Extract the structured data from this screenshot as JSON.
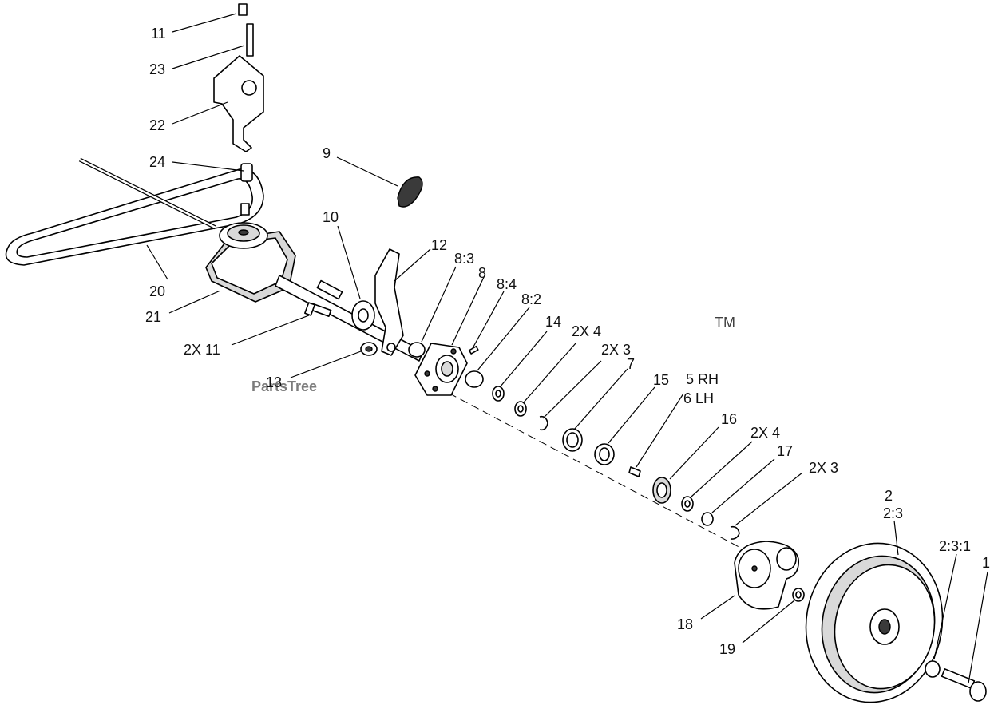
{
  "watermark": {
    "text": "PartsTree",
    "trademark": "TM"
  },
  "callouts": [
    {
      "id": "c11",
      "label": "11"
    },
    {
      "id": "c23",
      "label": "23"
    },
    {
      "id": "c22",
      "label": "22"
    },
    {
      "id": "c24",
      "label": "24"
    },
    {
      "id": "c9",
      "label": "9"
    },
    {
      "id": "c10",
      "label": "10"
    },
    {
      "id": "c12",
      "label": "12"
    },
    {
      "id": "c8-3",
      "label": "8:3"
    },
    {
      "id": "c8",
      "label": "8"
    },
    {
      "id": "c8-4",
      "label": "8:4"
    },
    {
      "id": "c8-2",
      "label": "8:2"
    },
    {
      "id": "c20",
      "label": "20"
    },
    {
      "id": "c21",
      "label": "21"
    },
    {
      "id": "c2x11",
      "label": "2X 11"
    },
    {
      "id": "c14",
      "label": "14"
    },
    {
      "id": "c2x4a",
      "label": "2X 4"
    },
    {
      "id": "c2x3a",
      "label": "2X 3"
    },
    {
      "id": "c7",
      "label": "7"
    },
    {
      "id": "c13",
      "label": "13"
    },
    {
      "id": "c15",
      "label": "15"
    },
    {
      "id": "c5rh",
      "label": "5 RH"
    },
    {
      "id": "c6lh",
      "label": "6 LH"
    },
    {
      "id": "c16",
      "label": "16"
    },
    {
      "id": "c2x4b",
      "label": "2X 4"
    },
    {
      "id": "c17",
      "label": "17"
    },
    {
      "id": "c2x3b",
      "label": "2X 3"
    },
    {
      "id": "c2",
      "label": "2"
    },
    {
      "id": "c2-3",
      "label": "2:3"
    },
    {
      "id": "c2-3-1",
      "label": "2:3:1"
    },
    {
      "id": "c1",
      "label": "1"
    },
    {
      "id": "c18",
      "label": "18"
    },
    {
      "id": "c19",
      "label": "19"
    }
  ]
}
